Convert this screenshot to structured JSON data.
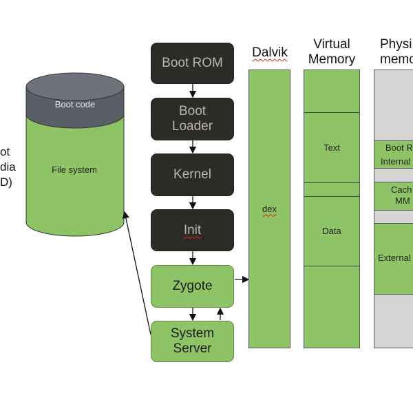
{
  "left_label": {
    "lines": [
      "ot",
      "dia",
      "D)"
    ]
  },
  "cylinder": {
    "top_label": "Boot code",
    "body_label": "File system"
  },
  "boot_chain": [
    {
      "label": "Boot ROM"
    },
    {
      "label": "Boot Loader",
      "lines": [
        "Boot",
        "Loader"
      ]
    },
    {
      "label": "Kernel"
    },
    {
      "label": "Init"
    },
    {
      "label": "Zygote"
    },
    {
      "label": "System Server",
      "lines": [
        "System",
        "Server"
      ]
    }
  ],
  "dalvik": {
    "header": "Dalvik",
    "label": "dex"
  },
  "virtual_memory": {
    "header_lines": [
      "Virtual",
      "Memory"
    ],
    "text_label": "Text",
    "data_label": "Data"
  },
  "physical_memory": {
    "header_lines": [
      "Physi",
      "memo"
    ],
    "cells": [
      "Boot R",
      "Internal",
      "Cach",
      "MM",
      "External"
    ]
  },
  "colors": {
    "green": "#8fc466",
    "dark": "#2d2b28",
    "gray": "#d6d6d6",
    "cyl_top": "#5a5e66"
  }
}
